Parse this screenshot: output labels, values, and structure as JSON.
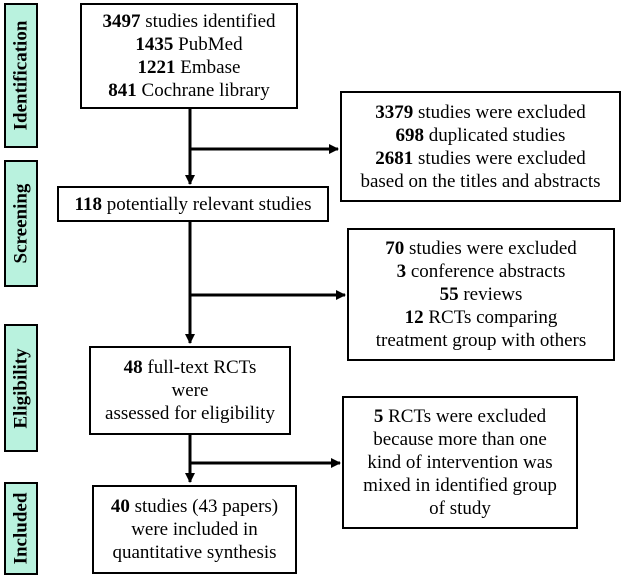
{
  "stages": [
    {
      "id": "identification",
      "text": "Identification"
    },
    {
      "id": "screening",
      "text": "Screening"
    },
    {
      "id": "eligibility",
      "text": "Eligibility"
    },
    {
      "id": "included",
      "text": "Included"
    }
  ],
  "identified_box": {
    "lines": [
      {
        "num": "3497",
        "text": " studies identified"
      },
      {
        "num": "1435",
        "text": " PubMed"
      },
      {
        "num": "1221",
        "text": " Embase"
      },
      {
        "num": "841",
        "text": " Cochrane library"
      }
    ]
  },
  "excluded_box_1": {
    "lines": [
      {
        "num": "3379",
        "text": " studies were excluded"
      },
      {
        "num": "698",
        "text": " duplicated studies"
      },
      {
        "num": "2681",
        "text": " studies were excluded"
      },
      {
        "num": "",
        "text": "based on the titles and abstracts"
      }
    ]
  },
  "screening_box": {
    "lines": [
      {
        "num": "118",
        "text": " potentially relevant studies"
      }
    ]
  },
  "excluded_box_2": {
    "lines": [
      {
        "num": "70",
        "text": " studies were excluded"
      },
      {
        "num": "3",
        "text": " conference abstracts"
      },
      {
        "num": "55",
        "text": " reviews"
      },
      {
        "num": "12",
        "text": " RCTs comparing"
      },
      {
        "num": "",
        "text": "treatment group with others"
      }
    ]
  },
  "eligibility_box": {
    "lines": [
      {
        "num": "48",
        "text": " full-text RCTs"
      },
      {
        "num": "",
        "text": "were"
      },
      {
        "num": "",
        "text": "assessed for eligibility"
      }
    ]
  },
  "excluded_box_3": {
    "lines": [
      {
        "num": "5",
        "text": " RCTs were excluded"
      },
      {
        "num": "",
        "text": "because more than one"
      },
      {
        "num": "",
        "text": "kind of intervention was"
      },
      {
        "num": "",
        "text": "mixed in identified group"
      },
      {
        "num": "",
        "text": "of study"
      }
    ]
  },
  "included_box": {
    "lines": [
      {
        "num": "40",
        "text": " studies (43 papers)"
      },
      {
        "num": "",
        "text": "were included in"
      },
      {
        "num": "",
        "text": "quantitative synthesis"
      }
    ]
  }
}
